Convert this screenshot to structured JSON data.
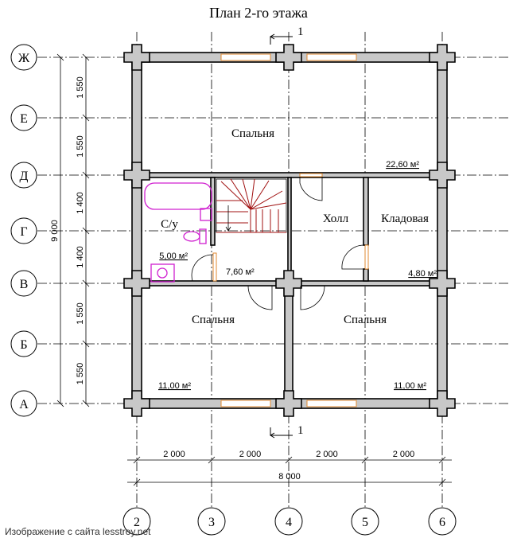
{
  "title": "План 2-го этажа",
  "section_mark": "1",
  "row_axes": [
    {
      "label": "Ж"
    },
    {
      "label": "Е"
    },
    {
      "label": "Д"
    },
    {
      "label": "Г"
    },
    {
      "label": "В"
    },
    {
      "label": "Б"
    },
    {
      "label": "А"
    }
  ],
  "row_dims": [
    "1 550",
    "1 550",
    "1 400",
    "1 400",
    "1 550",
    "1 550"
  ],
  "row_total": "9 000",
  "col_axes": [
    {
      "label": "2"
    },
    {
      "label": "3"
    },
    {
      "label": "4"
    },
    {
      "label": "5"
    },
    {
      "label": "6"
    }
  ],
  "col_dims": [
    "2 000",
    "2 000",
    "2 000",
    "2 000"
  ],
  "col_total": "8 000",
  "rooms": {
    "bedroom_top": {
      "name": "Спальня",
      "area": "22,60 м²"
    },
    "bath": {
      "name": "С/у",
      "area": "5,00 м²"
    },
    "stair_area": "7,60 м²",
    "hall": {
      "name": "Холл"
    },
    "storage": {
      "name": "Кладовая",
      "area": "4,80 м²"
    },
    "bedroom_left": {
      "name": "Спальня",
      "area": "11,00 м²"
    },
    "bedroom_right": {
      "name": "Спальня",
      "area": "11,00 м²"
    }
  },
  "watermark": "Изображение с сайта lesstroy.net",
  "colors": {
    "window": "#e08a30",
    "fixtures": "#d020d0",
    "stairs": "#a01010",
    "wall": "#c8c8c8"
  }
}
